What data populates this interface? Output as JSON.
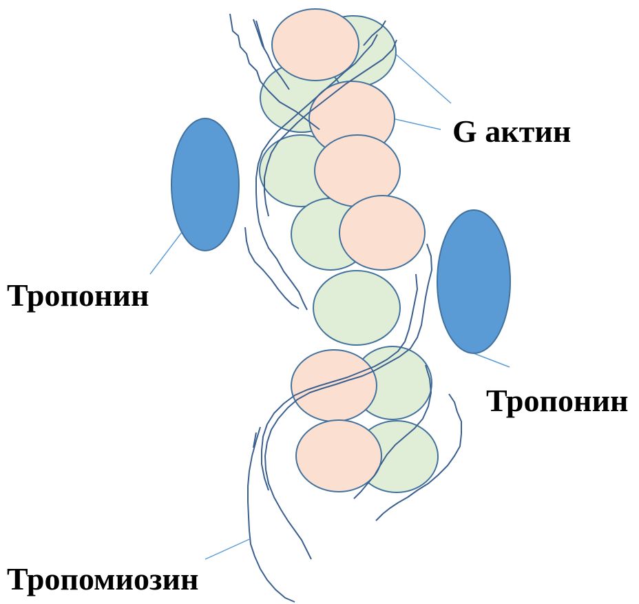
{
  "labels": {
    "g_actin": "G актин",
    "troponin_left": "Тропонин",
    "troponin_right": "Тропонин",
    "tropomyosin": "Тропомиозин"
  },
  "colors": {
    "actin_pink_fill": "#FBE0D1",
    "actin_green_fill": "#E0EED8",
    "troponin_fill": "#5B9BD5",
    "outline": "#41719C",
    "strand": "#3A5F8F",
    "leader_line": "#5B9BD5"
  }
}
